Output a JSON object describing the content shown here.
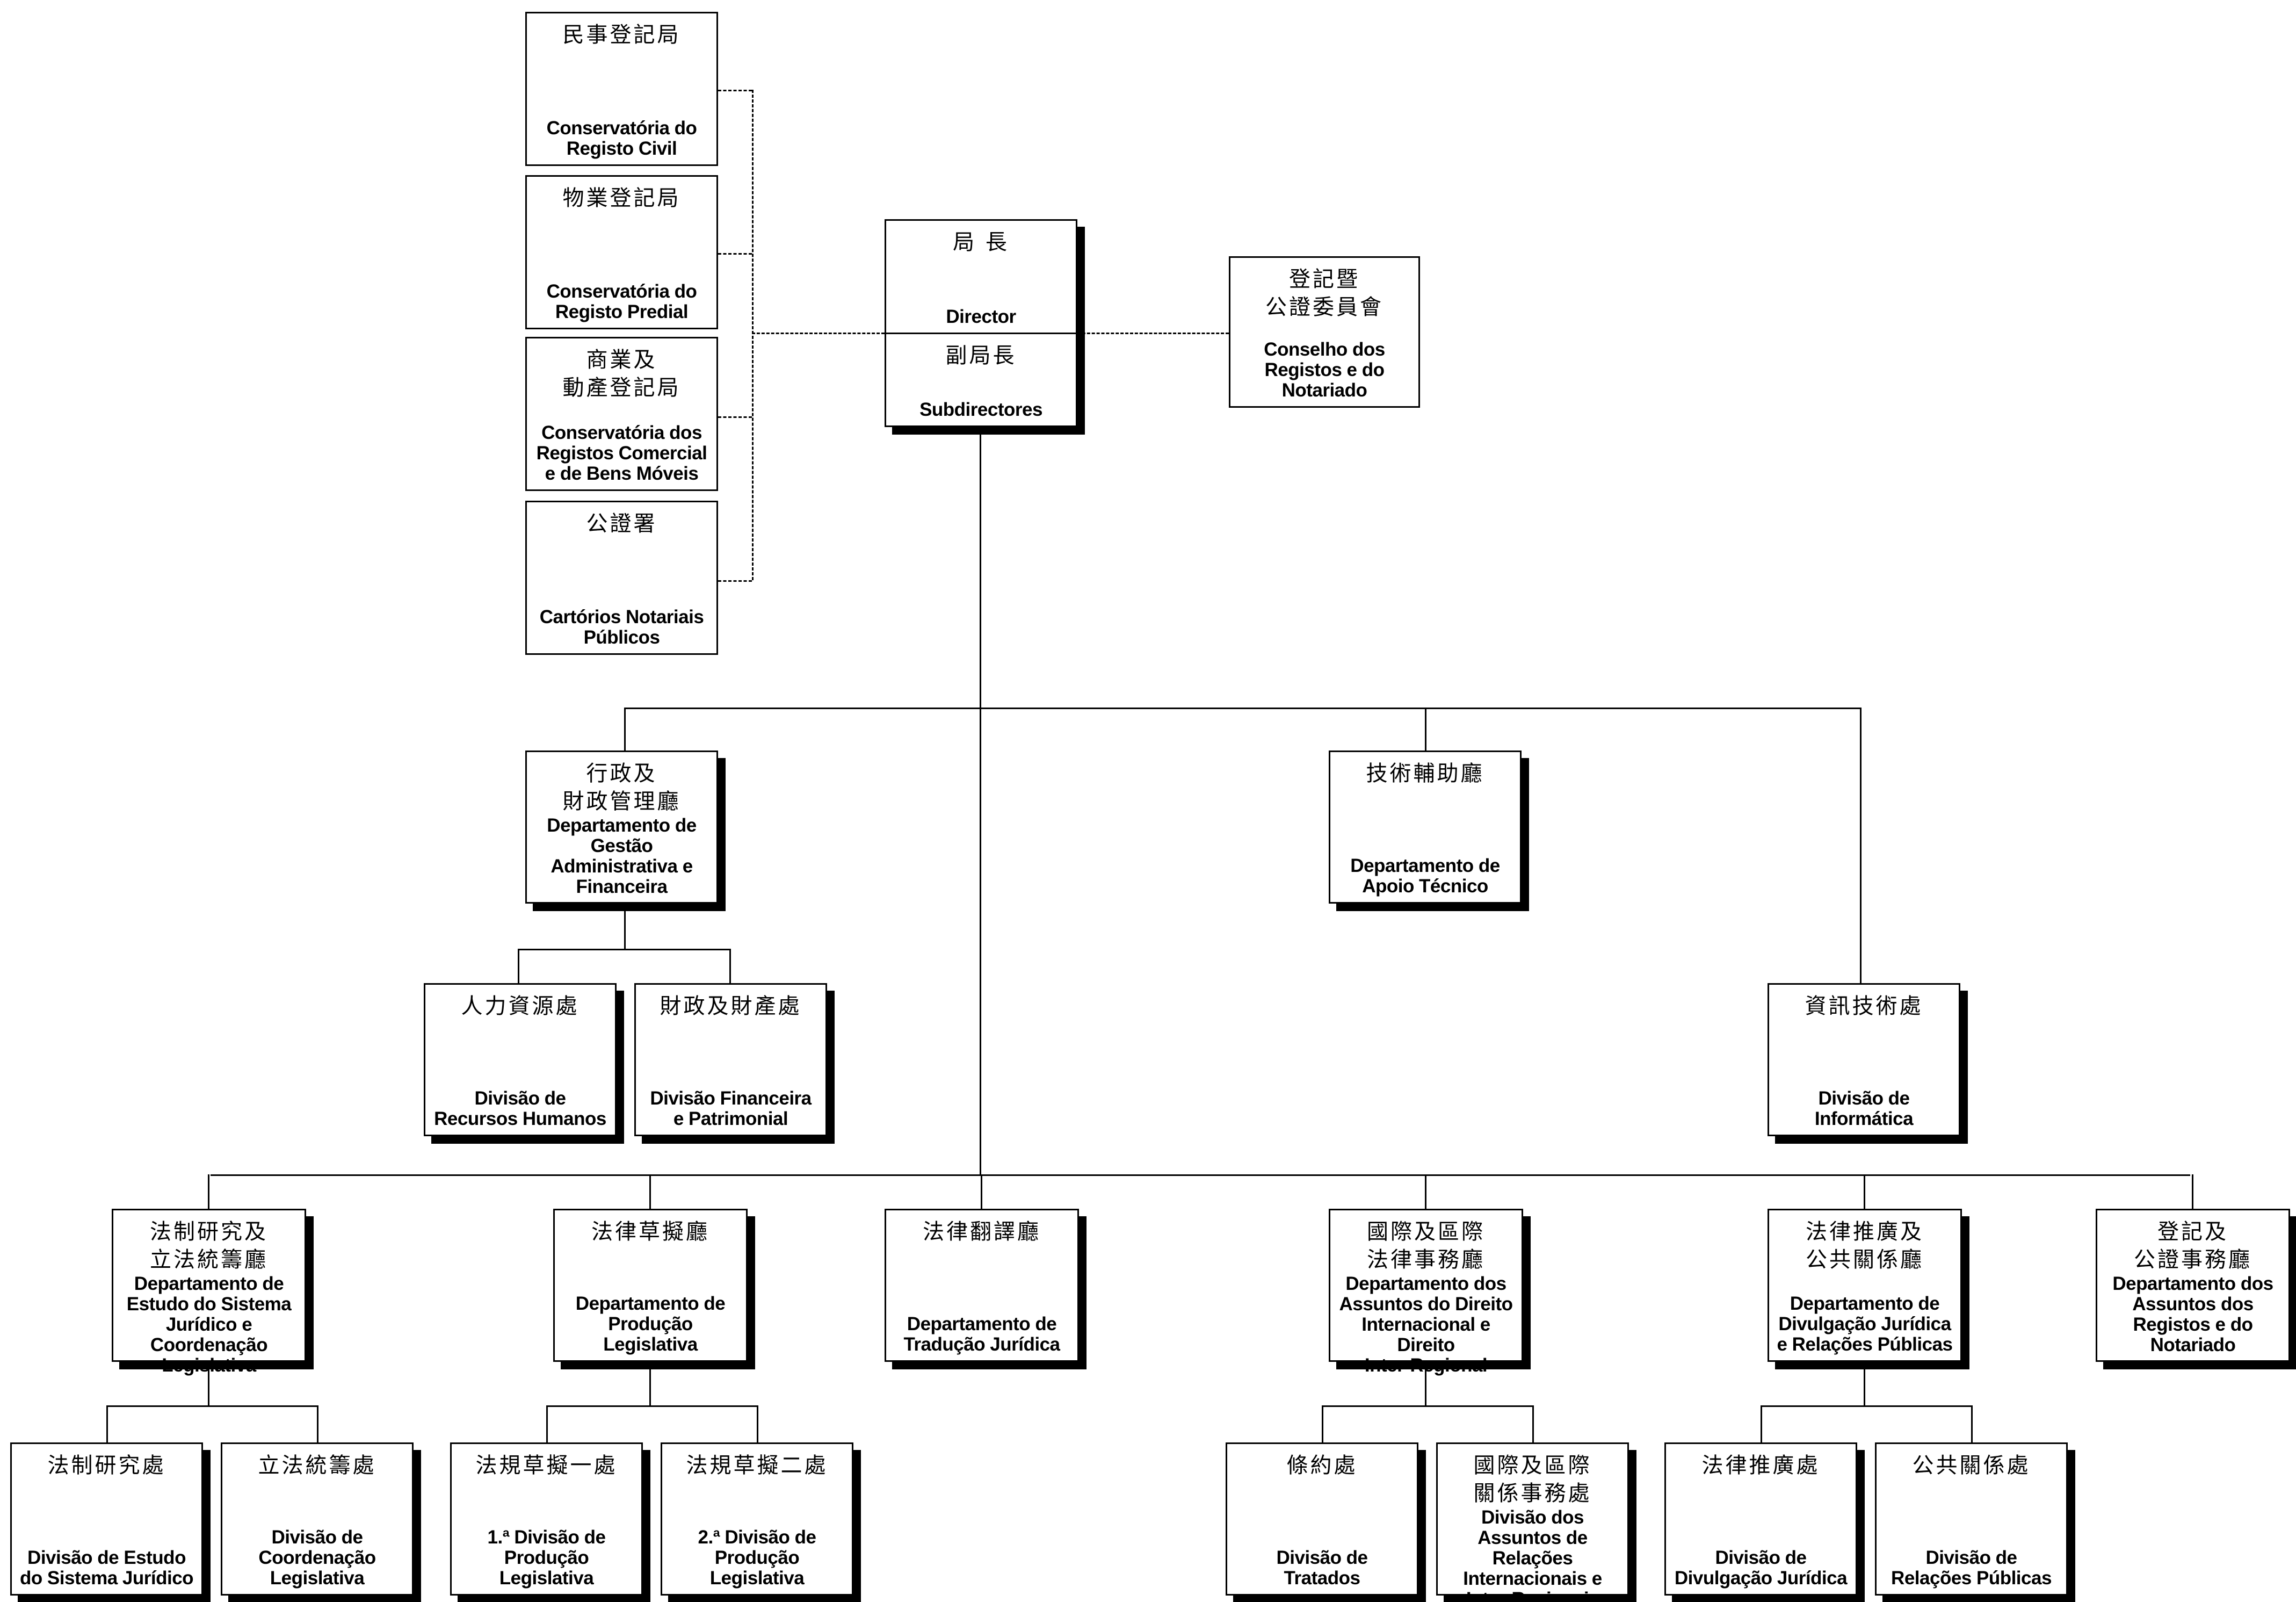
{
  "director": {
    "cn": "局 長",
    "pt": "Director",
    "deputy_cn": "副局長",
    "deputy_pt": "Subdirectores"
  },
  "council": {
    "cn": "登記暨\n公證委員會",
    "pt": "Conselho dos\nRegistos e do\nNotariado"
  },
  "registries": [
    {
      "cn": "民事登記局",
      "pt": "Conservatória do\nRegisto Civil"
    },
    {
      "cn": "物業登記局",
      "pt": "Conservatória do\nRegisto Predial"
    },
    {
      "cn": "商業及\n動產登記局",
      "pt": "Conservatória dos\nRegistos Comercial\ne de Bens Móveis"
    },
    {
      "cn": "公證署",
      "pt": "Cartórios Notariais\nPúblicos"
    }
  ],
  "upper_units": [
    {
      "cn": "行政及\n財政管理廳",
      "pt": "Departamento de\nGestão\nAdministrativa e\nFinanceira"
    },
    {
      "cn": "技術輔助廳",
      "pt": "Departamento de\nApoio Técnico"
    },
    {
      "cn": "人力資源處",
      "pt": "Divisão de\nRecursos Humanos"
    },
    {
      "cn": "財政及財產處",
      "pt": "Divisão Financeira\ne Patrimonial"
    },
    {
      "cn": "資訊技術處",
      "pt": "Divisão de\nInformática"
    }
  ],
  "departments": [
    {
      "cn": "法制研究及\n立法統籌廳",
      "pt": "Departamento de\nEstudo do Sistema\nJurídico e\nCoordenação\nLegislativa"
    },
    {
      "cn": "法律草擬廳",
      "pt": "Departamento de\nProdução\nLegislativa"
    },
    {
      "cn": "法律翻譯廳",
      "pt": "Departamento de\nTradução Jurídica"
    },
    {
      "cn": "國際及區際\n法律事務廳",
      "pt": "Departamento dos\nAssuntos do Direito\nInternacional e\nDireito\nInter-Regional"
    },
    {
      "cn": "法律推廣及\n公共關係廳",
      "pt": "Departamento de\nDivulgação Jurídica\ne Relações Públicas"
    },
    {
      "cn": "登記及\n公證事務廳",
      "pt": "Departamento dos\nAssuntos dos\nRegistos e do\nNotariado"
    }
  ],
  "divisions": [
    {
      "cn": "法制研究處",
      "pt": "Divisão de Estudo\ndo Sistema Jurídico"
    },
    {
      "cn": "立法統籌處",
      "pt": "Divisão de\nCoordenação\nLegislativa"
    },
    {
      "cn": "法規草擬一處",
      "pt": "1.ª Divisão de\nProdução\nLegislativa"
    },
    {
      "cn": "法規草擬二處",
      "pt": "2.ª Divisão de\nProdução\nLegislativa"
    },
    {
      "cn": "條約處",
      "pt": "Divisão de\nTratados"
    },
    {
      "cn": "國際及區際\n關係事務處",
      "pt": "Divisão dos\nAssuntos de\nRelações\nInternacionais e\nInter-Regionais"
    },
    {
      "cn": "法律推廣處",
      "pt": "Divisão de\nDivulgação Jurídica"
    },
    {
      "cn": "公共關係處",
      "pt": "Divisão de\nRelações Públicas"
    }
  ]
}
